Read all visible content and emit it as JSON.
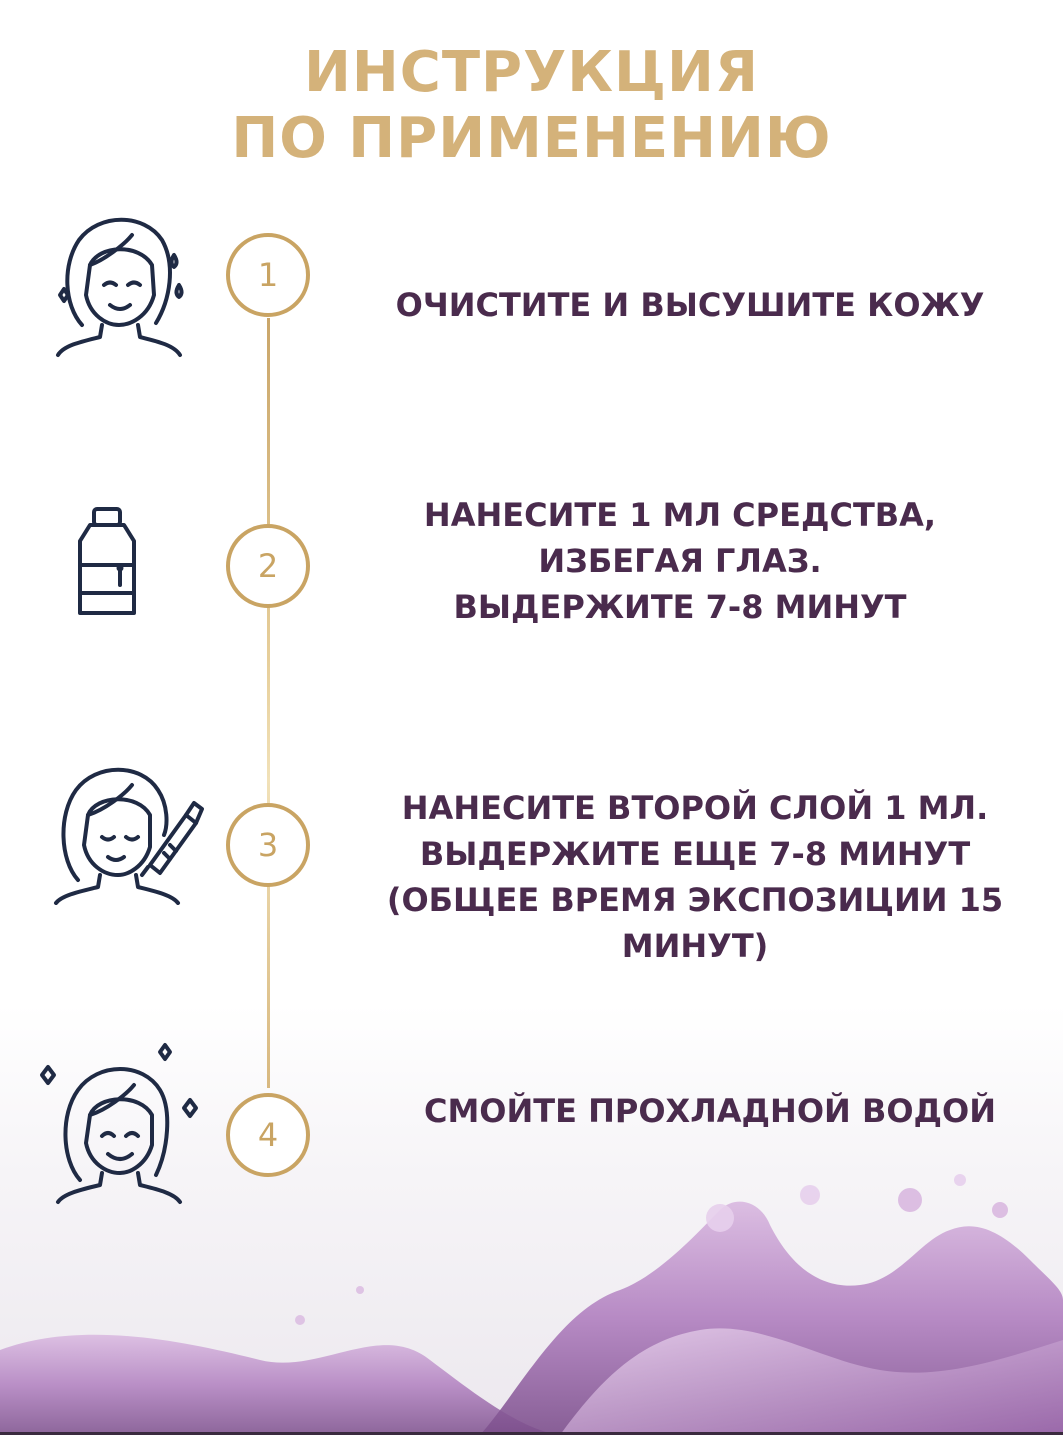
{
  "title": {
    "line1": "ИНСТРУКЦИЯ",
    "line2": "ПО ПРИМЕНЕНИЮ"
  },
  "colors": {
    "title": "#d4b27a",
    "text": "#4a2b4d",
    "gold": "#c9a463",
    "icon": "#1f2a44"
  },
  "steps": [
    {
      "number": "1",
      "icon": "face-water-drops-icon",
      "lines": [
        "ОЧИСТИТЕ И ВЫСУШИТЕ КОЖУ"
      ]
    },
    {
      "number": "2",
      "icon": "bottle-icon",
      "lines": [
        "НАНЕСИТЕ 1 МЛ СРЕДСТВА,",
        "ИЗБЕГАЯ ГЛАЗ.",
        "ВЫДЕРЖИТЕ 7-8 МИНУТ"
      ]
    },
    {
      "number": "3",
      "icon": "face-dropper-icon",
      "lines": [
        "НАНЕСИТЕ ВТОРОЙ СЛОЙ 1 МЛ.",
        "ВЫДЕРЖИТЕ ЕЩЕ 7-8 МИНУТ",
        "(ОБЩЕЕ ВРЕМЯ ЭКСПОЗИЦИИ 15",
        "МИНУТ)"
      ]
    },
    {
      "number": "4",
      "icon": "face-sparkle-icon",
      "lines": [
        "СМОЙТЕ ПРОХЛАДНОЙ ВОДОЙ"
      ]
    }
  ]
}
